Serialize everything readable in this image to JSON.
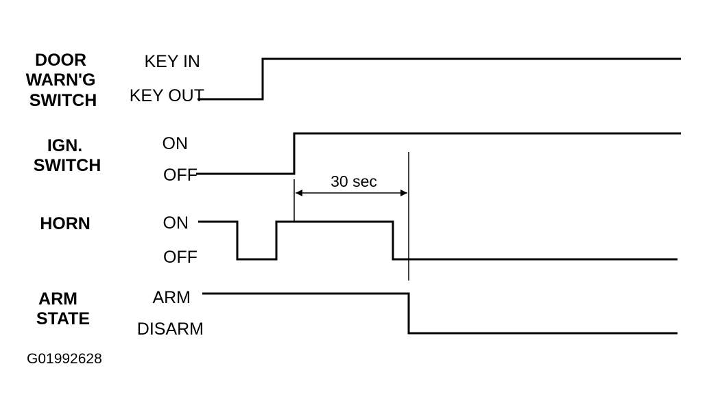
{
  "signals": {
    "door": {
      "name_lines": [
        "DOOR",
        "WARN'G",
        "SWITCH"
      ],
      "high_label": "KEY IN",
      "low_label": "KEY OUT"
    },
    "ign": {
      "name_lines": [
        "IGN.",
        "SWITCH"
      ],
      "high_label": "ON",
      "low_label": "OFF"
    },
    "horn": {
      "name_lines": [
        "HORN"
      ],
      "high_label": "ON",
      "low_label": "OFF"
    },
    "arm": {
      "name_lines": [
        "ARM",
        "STATE"
      ],
      "high_label": "ARM",
      "low_label": "DISARM"
    }
  },
  "interval": {
    "label": "30 sec"
  },
  "figure_id": "G01992628"
}
